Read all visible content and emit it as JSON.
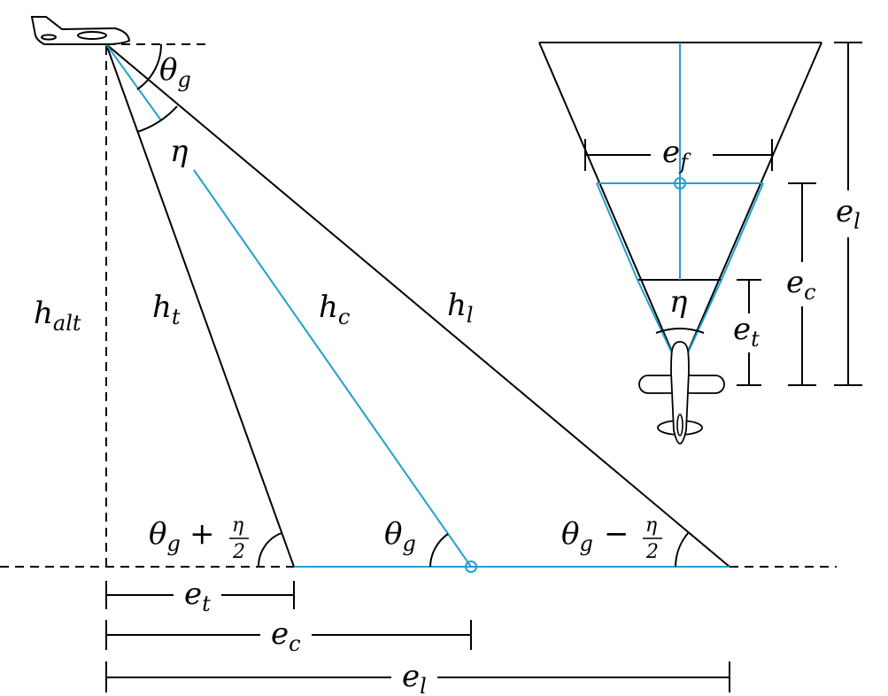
{
  "symbols": {
    "theta": "θ",
    "eta": "η",
    "g": "g",
    "alt": "alt",
    "t": "t",
    "c": "c",
    "l": "l",
    "f": "f",
    "h": "h",
    "e": "e",
    "plus": "+",
    "minus": "−",
    "two": "2"
  },
  "colors": {
    "ink": "#000000",
    "center_ray": "#1fa0d0"
  }
}
